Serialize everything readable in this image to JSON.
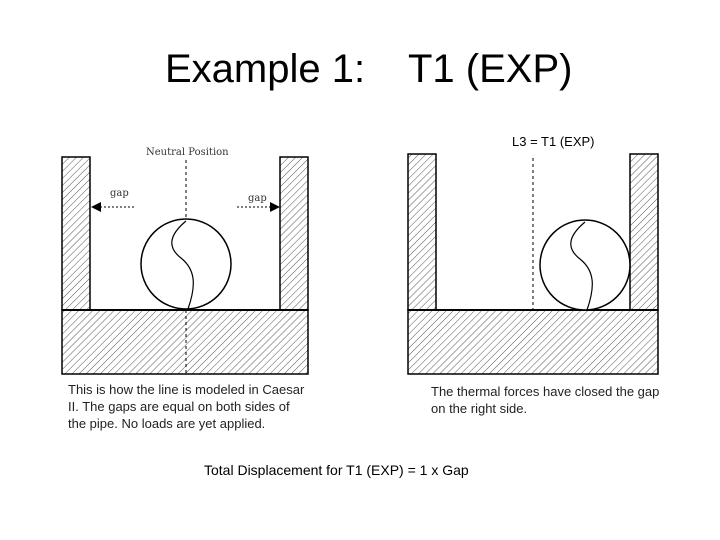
{
  "title": {
    "left": "Example 1:",
    "right": "T1 (EXP)"
  },
  "diagram_left": {
    "neutral_label": "Neutral Position",
    "gap_left_label": "gap",
    "gap_right_label": "gap",
    "caption": "This is how the line is modeled in Caesar II.  The gaps are equal on both sides of the pipe.  No loads are yet applied."
  },
  "diagram_right": {
    "case_label": "L3 = T1 (EXP)",
    "caption": "The thermal forces have closed the gap on the right side."
  },
  "summary": "Total Displacement for T1 (EXP) = 1 x Gap"
}
